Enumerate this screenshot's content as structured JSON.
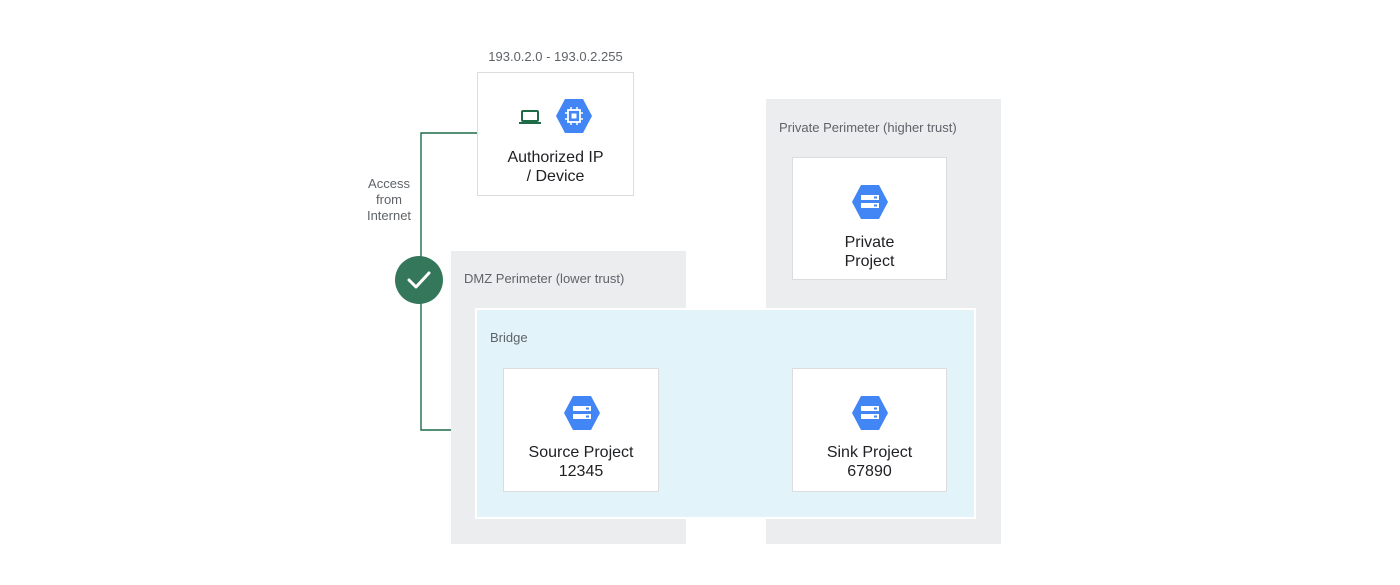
{
  "ip_range": "193.0.2.0 - 193.0.2.255",
  "authorized": {
    "line1": "Authorized IP",
    "line2": "/ Device"
  },
  "access_label": {
    "line1": "Access",
    "line2": "from",
    "line3": "Internet"
  },
  "private_perimeter": {
    "label": "Private Perimeter (higher trust)",
    "project": {
      "line1": "Private",
      "line2": "Project"
    }
  },
  "dmz_perimeter": {
    "label": "DMZ Perimeter (lower trust)"
  },
  "bridge": {
    "label": "Bridge"
  },
  "source_project": {
    "line1": "Source Project",
    "line2": "12345"
  },
  "sink_project": {
    "line1": "Sink Project",
    "line2": "67890"
  },
  "colors": {
    "zone": "#ecedee",
    "bridge": "#e2f3fa",
    "google_blue": "#4285f4",
    "line_green": "#1e6b47",
    "check_green": "#34775b",
    "laptop_green": "#1e6b47"
  },
  "icons": {
    "laptop": "laptop-icon",
    "compute": "compute-engine-icon",
    "storage": "cloud-storage-icon",
    "check": "check-icon"
  }
}
